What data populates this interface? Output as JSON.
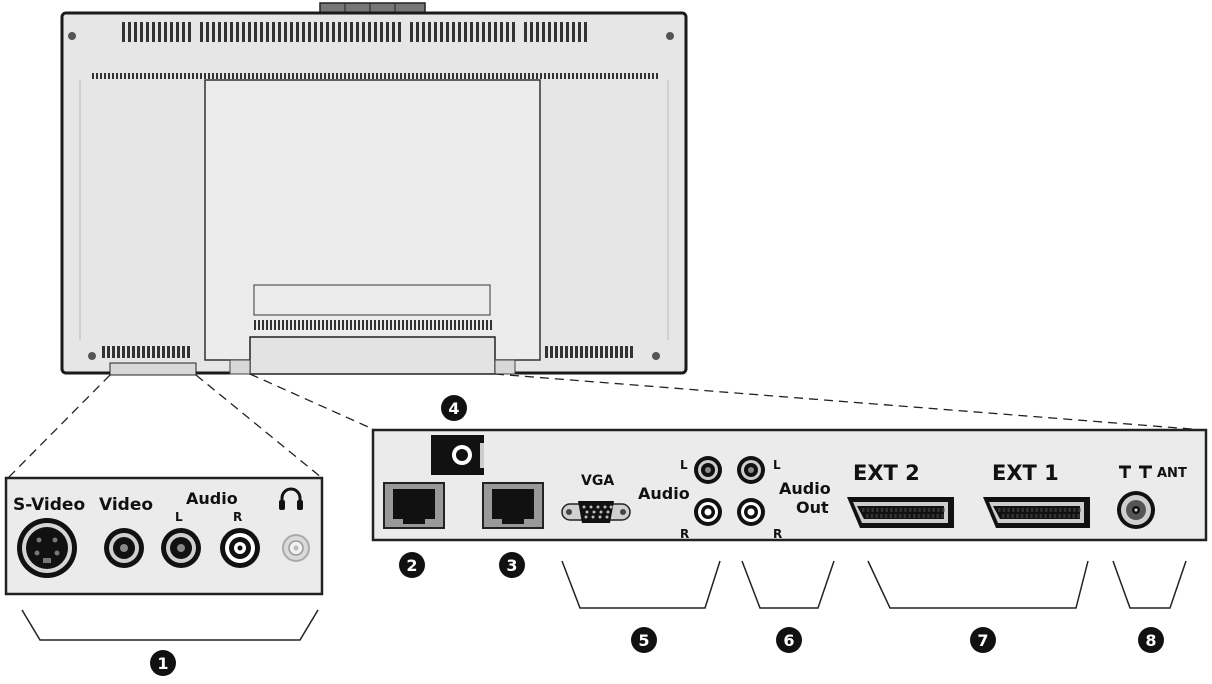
{
  "side_panel": {
    "labels": {
      "svideo": "S-Video",
      "video": "Video",
      "audio": "Audio",
      "left": "L",
      "right": "R"
    },
    "icons": [
      "headphone-icon"
    ]
  },
  "rear_panel": {
    "labels": {
      "vga": "VGA",
      "audio_in": "Audio",
      "audio_in_left": "L",
      "audio_in_right": "R",
      "audio_out_left": "L",
      "audio_out_right": "R",
      "audio_out_line1": "Audio",
      "audio_out_line2": "Out",
      "ext2": "EXT 2",
      "ext1": "EXT 1",
      "ant": "ANT"
    },
    "icons": [
      "antenna-icon"
    ]
  },
  "callouts": {
    "c1": "1",
    "c2": "2",
    "c3": "3",
    "c4": "4",
    "c5": "5",
    "c6": "6",
    "c7": "7",
    "c8": "8"
  },
  "colors": {
    "body": "#ebebeb",
    "outline": "#222222",
    "panel": "#ebebeb",
    "callout_fill": "#111111"
  }
}
